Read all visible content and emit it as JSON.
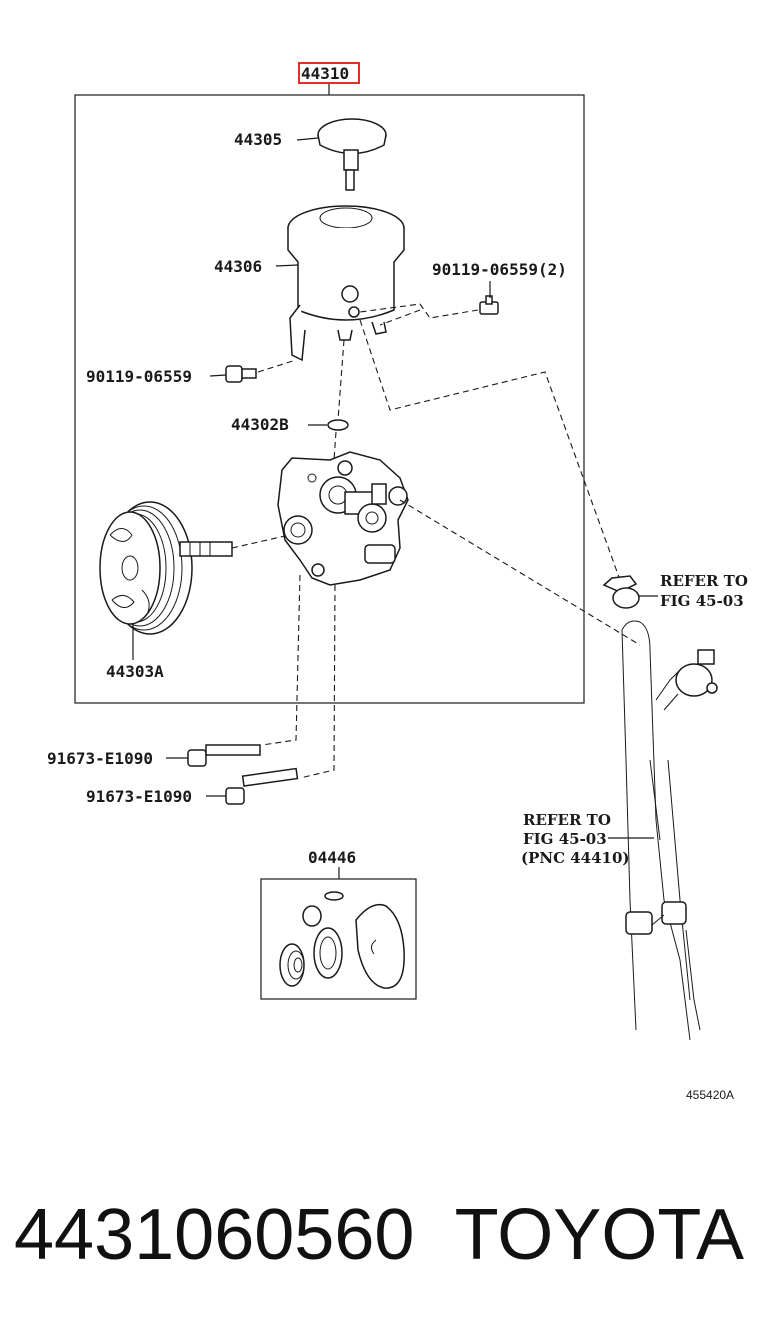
{
  "diagram": {
    "labels": {
      "assembly": "44310",
      "cap": "44305",
      "reservoir": "44306",
      "bolt_reservoir_right": "90119-06559(2)",
      "bolt_reservoir_left": "90119-06559",
      "o_ring": "44302B",
      "pulley": "44303A",
      "bolt_upper": "91673-E1090",
      "bolt_lower": "91673-E1090",
      "gasket_kit": "04446"
    },
    "refer_right": [
      "REFER TO",
      "FIG 45-03"
    ],
    "refer_hose": [
      "REFER TO",
      "FIG 45-03",
      "(PNC 44410)"
    ],
    "figure_id": "455420A",
    "highlight_color": "#e0302a"
  },
  "footer": {
    "part_number": "4431060560",
    "brand": "TOYOTA"
  }
}
